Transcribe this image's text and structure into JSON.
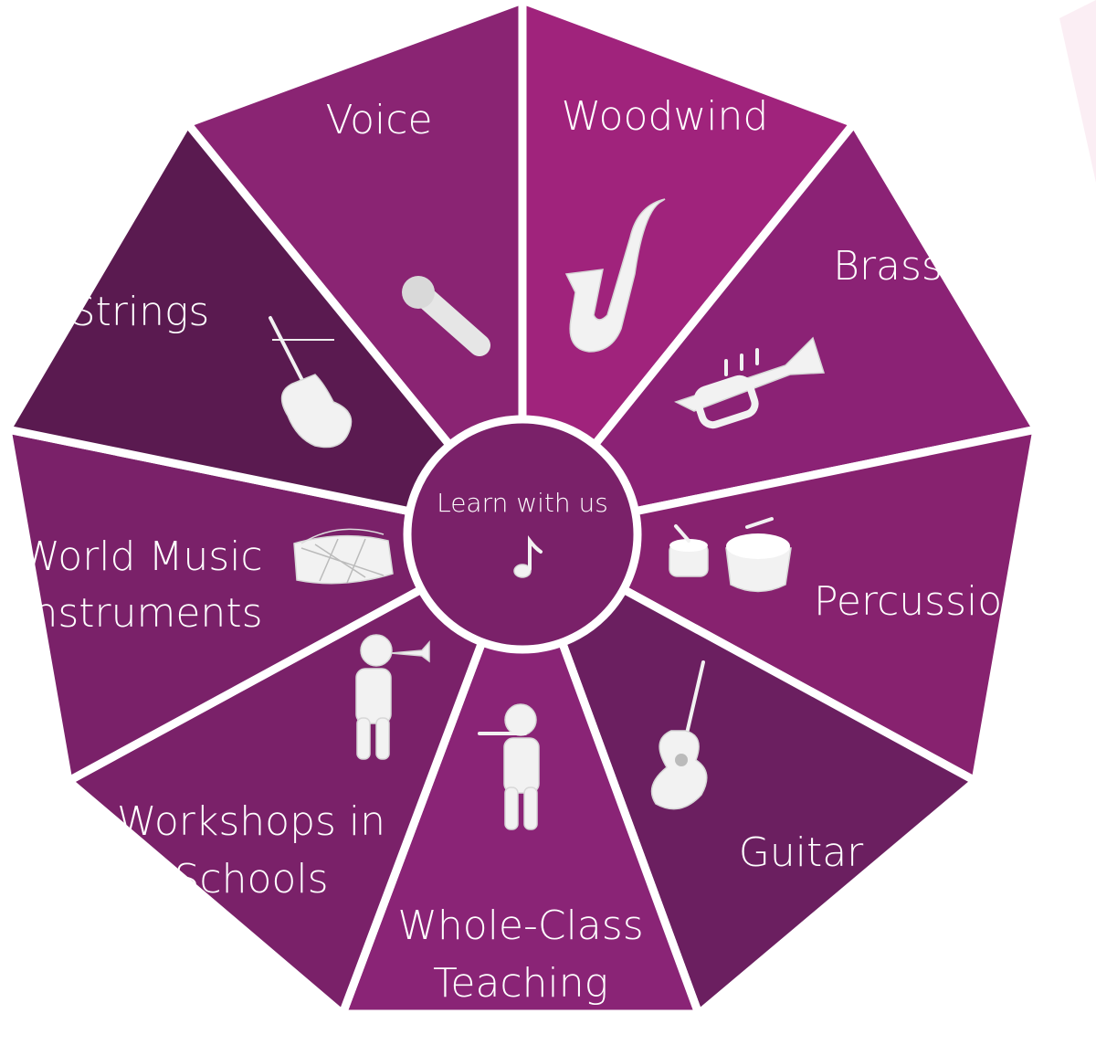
{
  "center": {
    "line1": "Learn with us",
    "icon": "music-note-icon"
  },
  "segments": [
    {
      "label": "Voice",
      "icon": "microphone-icon",
      "color": "#8a2473"
    },
    {
      "label": "Woodwind",
      "icon": "saxophone-icon",
      "color": "#a0237c"
    },
    {
      "label": "Brass",
      "icon": "trumpet-icon",
      "color": "#8b2275"
    },
    {
      "label": "Percussion",
      "icon": "drums-icon",
      "color": "#87226f"
    },
    {
      "label": "Guitar",
      "icon": "guitar-icon",
      "color": "#6b1f60"
    },
    {
      "label_line1": "Whole-Class",
      "label_line2": "Teaching",
      "icon": "flute-player-icon",
      "color": "#8a2476"
    },
    {
      "label_line1": "Workshops in",
      "label_line2": "Schools",
      "icon": "trumpet-player-icon",
      "color": "#7a2169"
    },
    {
      "label_line1": "World Music",
      "label_line2": "Instruments",
      "icon": "world-drum-icon",
      "color": "#7a2169"
    },
    {
      "label": "Strings",
      "icon": "violin-icon",
      "color": "#5a1a50"
    }
  ]
}
